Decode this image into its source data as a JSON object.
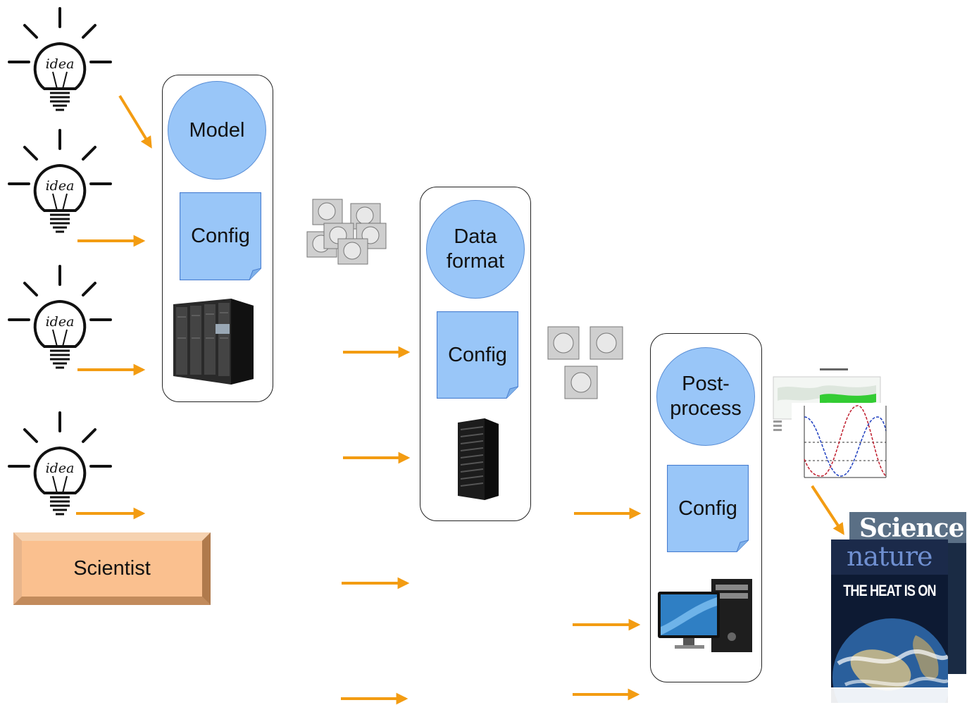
{
  "people": {
    "idea_word": "idea",
    "scientist_label": "Scientist"
  },
  "stages": [
    {
      "circle_label": "Model",
      "config_label": "Config",
      "hardware": "supercomputer-icon"
    },
    {
      "circle_label_line1": "Data",
      "circle_label_line2": "format",
      "config_label": "Config",
      "hardware": "server-tower-icon"
    },
    {
      "circle_label_line1": "Post-",
      "circle_label_line2": "process",
      "config_label": "Config",
      "hardware": "desktop-computer-icon"
    }
  ],
  "data_stores": [
    "hard-drive-stack-icon",
    "hard-drive-stack-icon"
  ],
  "outputs": {
    "journal_1_title": "Science",
    "journal_2_title": "nature",
    "journal_2_headline": "THE HEAT IS ON",
    "figures": [
      "map-figure-icon",
      "sine-plot-icon"
    ]
  },
  "colors": {
    "arrow": "#f39c12",
    "circle_fill": "#99c6f8",
    "config_fill": "#99c6f8",
    "scientist_fill": "#fac08f"
  }
}
